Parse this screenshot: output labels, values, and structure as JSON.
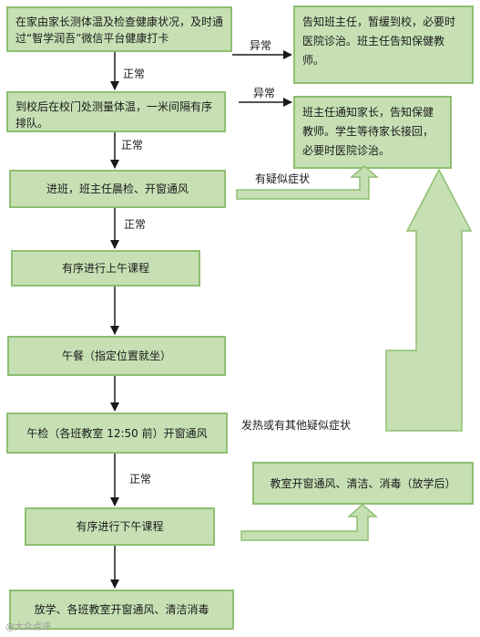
{
  "flow": {
    "step1": "在家由家长测体温及检查健康状况，及时通过“智学润吾”微信平台健康打卡",
    "step2": "到校后在校门处测量体温，一米间隔有序排队。",
    "step3": "进班，班主任晨检、开窗通风",
    "step4": "有序进行上午课程",
    "step5": "午餐（指定位置就坐）",
    "step6": "午检（各班教室 12:50 前）开窗通风",
    "step7": "有序进行下午课程",
    "step8": "放学、各班教室开窗通风、清洁消毒"
  },
  "side": {
    "box1": "告知班主任，暂缓到校，必要时医院诊治。班主任告知保健教师。",
    "box2": "班主任通知家长，告知保健教师。学生等待家长接回，必要时医院诊治。",
    "box3": "教室开窗通风、清洁、消毒（放学后）"
  },
  "labels": {
    "normal1": "正常",
    "normal2": "正常",
    "normal3": "正常",
    "normal4": "正常",
    "abnormal1": "异常",
    "abnormal2": "异常",
    "suspected": "有疑似症状",
    "fever": "发热或有其他疑似症状"
  },
  "watermark": "@大众点评",
  "colors": {
    "box_fill": "#c6e0b4",
    "box_border": "#8fbf72",
    "arrow_fill": "#c6e0b4",
    "arrow_stroke": "#8fbf72"
  }
}
